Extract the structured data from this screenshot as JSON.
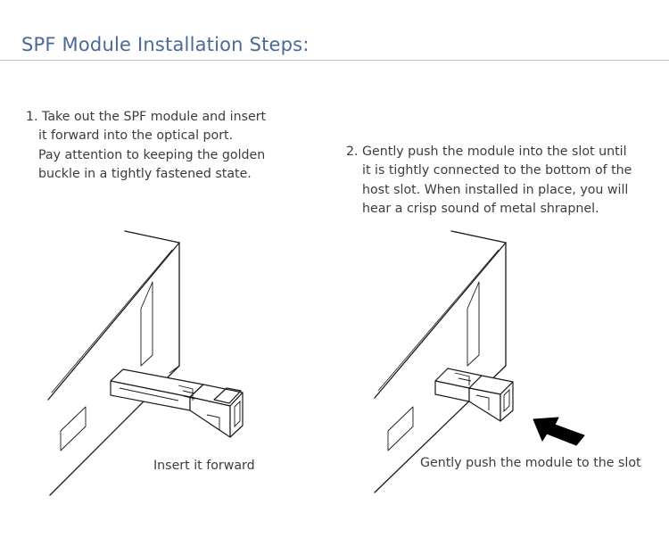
{
  "header": {
    "title": "SPF Module Installation Steps:"
  },
  "steps": [
    {
      "lines": [
        "1. Take out the SPF module and insert",
        "it forward into the optical port.",
        "Pay attention to keeping the golden",
        "buckle in a tightly fastened state."
      ],
      "caption": "Insert it forward"
    },
    {
      "lines": [
        "2. Gently push the module into the slot until",
        "it is tightly connected to the bottom of the",
        "host slot. When installed in place, you will",
        "hear a crisp sound of metal shrapnel."
      ],
      "caption": "Gently push the module to the slot"
    }
  ],
  "colors": {
    "title": "#4a6a95",
    "rule": "#bdbdbd",
    "text": "#3c3c3c",
    "line_art": "#1a1a1a",
    "arrow": "#000000"
  },
  "icons": {
    "illustration_1": "switch-chassis-with-sfp-module-icon",
    "illustration_2": "switch-chassis-with-sfp-module-icon",
    "push_arrow": "push-arrow-icon"
  }
}
